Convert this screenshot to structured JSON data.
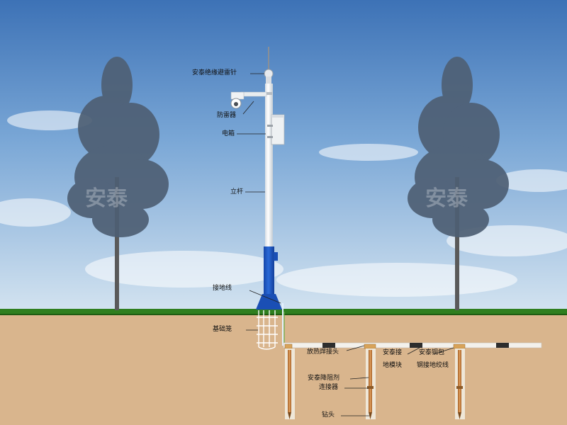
{
  "diagram": {
    "labels": {
      "lightning_rod": "安泰绝缘避雷针",
      "surge_protector": "防雷器",
      "electric_box": "电箱",
      "pole": "立杆",
      "ground_wire": "接地线",
      "foundation_cage": "基础笼",
      "exothermic_joint": "放热焊接头",
      "ground_module_line1": "安泰接",
      "ground_module_line2": "地模块",
      "copper_clad_line1": "安泰铜包",
      "copper_clad_line2": "钢接地绞线",
      "resistance_agent": "安泰降阻剂",
      "connector": "连接器",
      "drill_bit": "钻头"
    },
    "watermarks": [
      "安泰",
      "安泰"
    ]
  },
  "colors": {
    "sky_top": "#3f74b8",
    "sky_bottom": "#cfe0ef",
    "grass": "#2f7d1e",
    "soil": "#d8b48c",
    "pole_white": "#f4f6f7",
    "pole_blue": "#1d56c2",
    "copper": "#c47a34",
    "tree": "#4e5f74"
  }
}
